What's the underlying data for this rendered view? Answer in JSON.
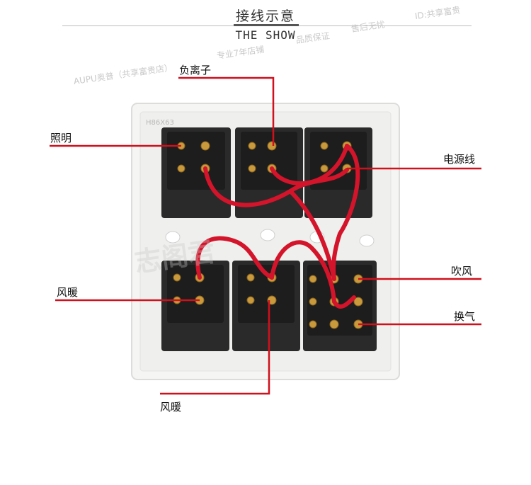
{
  "header": {
    "title_zh": "接线示意",
    "title_en": "THE SHOW"
  },
  "watermarks": {
    "brand": "AUPU奥普（共享富贵店）",
    "store_years": "专业7年店铺",
    "quality": "品质保证",
    "after_sales": "售后无忧",
    "shop_id": "ID:共享富贵",
    "overlay": "志阁君"
  },
  "labels": {
    "negative_ion": "负离子",
    "lighting": "照明",
    "power_line": "电源线",
    "heater_left": "风暖",
    "blow": "吹风",
    "ventilation": "换气",
    "heater_bottom": "风暖"
  },
  "colors": {
    "pointer": "#d0101c",
    "wire": "#d4142a",
    "switch_body": "#262626",
    "plate": "#f4f4f2"
  }
}
